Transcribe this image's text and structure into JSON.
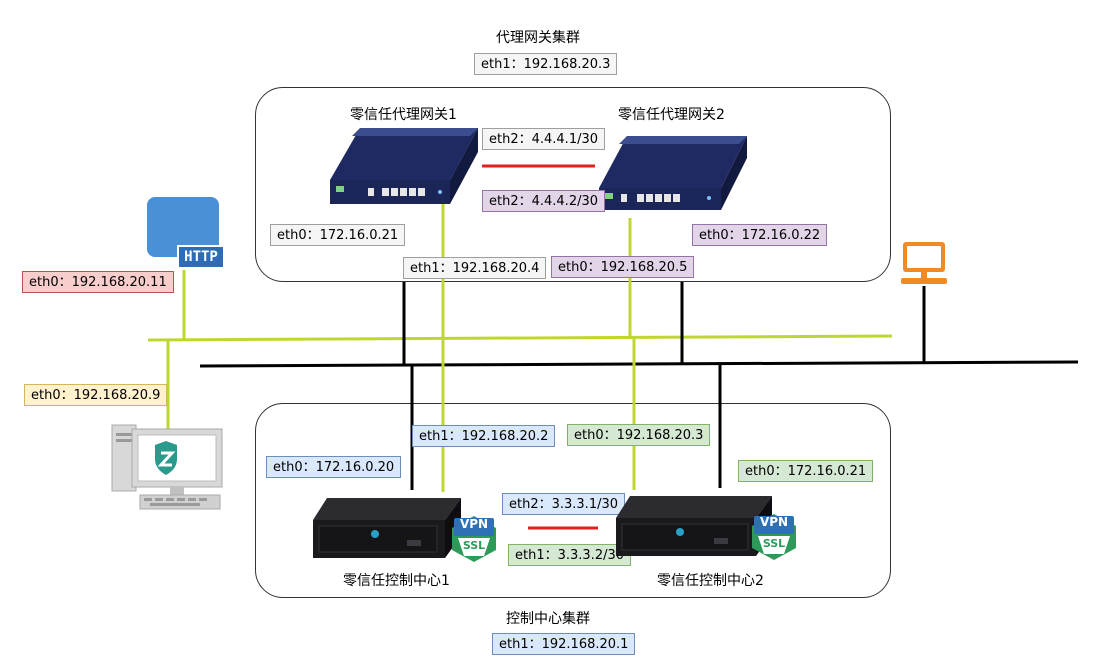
{
  "proxy_cluster": {
    "title": "代理网关集群",
    "eth1": "eth1：192.168.20.3",
    "gateway1": {
      "name": "零信任代理网关1",
      "eth0": "eth0：172.16.0.21",
      "eth1": "eth1：192.168.20.4",
      "eth2": "eth2：4.4.4.1/30"
    },
    "gateway2": {
      "name": "零信任代理网关2",
      "eth0": "eth0：172.16.0.22",
      "eth1": "eth0：192.168.20.5",
      "eth2": "eth2：4.4.4.2/30"
    }
  },
  "control_cluster": {
    "title": "控制中心集群",
    "eth1": "eth1：192.168.20.1",
    "center1": {
      "name": "零信任控制中心1",
      "eth0": "eth0：172.16.0.20",
      "eth1": "eth1：192.168.20.2",
      "eth2": "eth2：3.3.3.1/30",
      "badge_top": "VPN",
      "badge_bottom": "SSL"
    },
    "center2": {
      "name": "零信任控制中心2",
      "eth0": "eth0：172.16.0.21",
      "eth1": "eth0：192.168.20.3",
      "eth2": "eth1：3.3.3.2/30",
      "badge_top": "VPN",
      "badge_bottom": "SSL"
    }
  },
  "http_server": {
    "label": "HTTP",
    "eth0": "eth0：192.168.20.11"
  },
  "client_pc": {
    "eth0": "eth0：192.168.20.9"
  },
  "colors": {
    "black_network": "#000000",
    "green_network": "#c0d630",
    "heartbeat_link": "#e51e1e",
    "pc_orange": "#f08a24",
    "server_blue": "#4a90d6"
  }
}
